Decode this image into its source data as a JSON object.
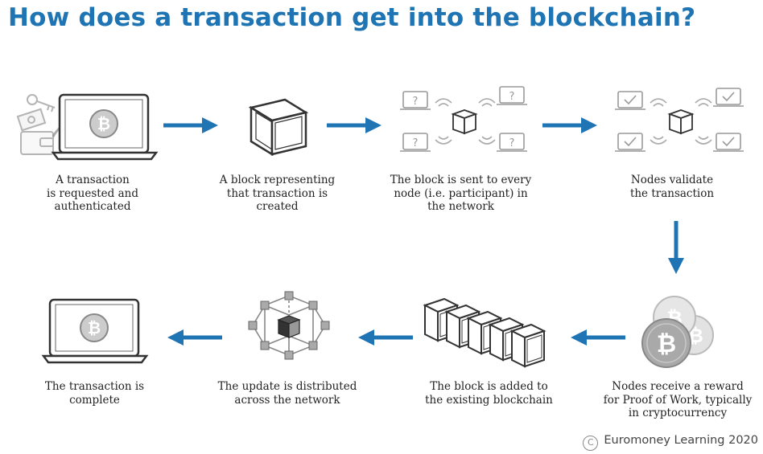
{
  "title": "How does a transaction get into the blockchain?",
  "steps": [
    {
      "label": "A transaction\nis requested and\nauthenticated",
      "icon": "laptop-bitcoin-icon"
    },
    {
      "label": "A block representing\nthat transaction is\ncreated",
      "icon": "block-cube-icon"
    },
    {
      "label": "The block is sent to every\nnode (i.e. participant) in\nthe network",
      "icon": "network-broadcast-icon"
    },
    {
      "label": "Nodes validate\nthe transaction",
      "icon": "nodes-validate-icon"
    },
    {
      "label": "Nodes receive a reward\nfor Proof of Work, typically\nin cryptocurrency",
      "icon": "bitcoin-coins-icon"
    },
    {
      "label": "The block is added to\nthe existing blockchain",
      "icon": "blockchain-icon"
    },
    {
      "label": "The update is distributed\nacross the network",
      "icon": "distributed-network-icon"
    },
    {
      "label": "The transaction is\ncomplete",
      "icon": "laptop-bitcoin-icon"
    }
  ],
  "flow_arrows": [
    "right",
    "right",
    "right",
    "down",
    "left",
    "left",
    "left"
  ],
  "colors": {
    "title": "#1f74b3",
    "arrow": "#1f74b3",
    "icon_stroke": "#333333",
    "coin": "#b5b5b5"
  },
  "copyright": "Euromoney Learning 2020",
  "copyright_symbol": "C"
}
